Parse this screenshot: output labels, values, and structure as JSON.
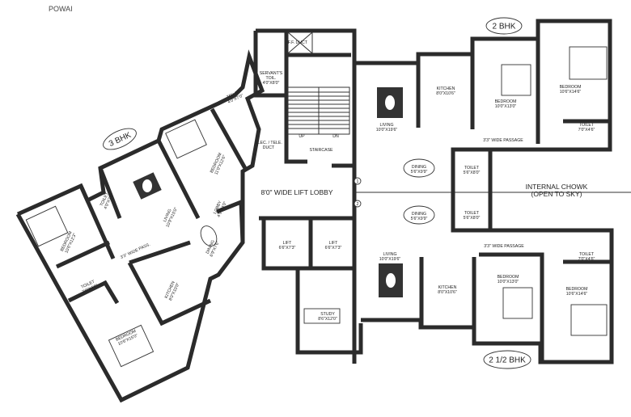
{
  "header": {
    "location": "POWAI"
  },
  "three_bhk": {
    "badge": "3 BHK",
    "rooms": [
      {
        "name": "BEDROOM",
        "size": "10'6\"X12'3\""
      },
      {
        "name": "TOILET",
        "size": "4'0\"X7'0\""
      },
      {
        "name": "LIVING",
        "size": "10'9\"X15'0\""
      },
      {
        "name": "LOBBY",
        "size": "4'9\"X4'0\""
      },
      {
        "name": "BEDROOM",
        "size": "11'0\"X12'6\""
      },
      {
        "name": "TOILET",
        "size": "4'0\"X7'0\""
      },
      {
        "name": "DINING",
        "size": "6'9\"X7'6\""
      },
      {
        "name": "3'3\" WIDE PASS.",
        "size": ""
      },
      {
        "name": "TOILET",
        "size": "7'0\"X4'6\""
      },
      {
        "name": "KITCHEN",
        "size": "8'0\"X10'0\""
      },
      {
        "name": "BEDROOM",
        "size": "10'6\"X15'0\""
      }
    ]
  },
  "core": {
    "ff_duct": "F.F. DUCT",
    "servants_toilet": {
      "name": "SERVANT'S",
      "name2": "TOIL.",
      "size": "4'0\"X8'0\""
    },
    "elec_duct": {
      "name": "ELEC. / TELE.",
      "name2": "DUCT"
    },
    "stair": {
      "label": "STAIRCASE",
      "up": "UP",
      "down": "DN"
    },
    "lobby": "8'0\" WIDE LIFT LOBBY",
    "lift_numbers": [
      "1",
      "2"
    ],
    "lifts": [
      {
        "name": "LIFT",
        "size": "6'6\"X7'3\""
      },
      {
        "name": "LIFT",
        "size": "6'6\"X7'3\""
      }
    ]
  },
  "two_bhk": {
    "badge": "2 BHK",
    "rooms": [
      {
        "name": "LIVING",
        "size": "10'0\"X19'6\""
      },
      {
        "name": "KITCHEN",
        "size": "8'0\"X10'6\""
      },
      {
        "name": "BEDROOM",
        "size": "10'0\"X13'0\""
      },
      {
        "name": "BEDROOM",
        "size": "10'6\"X14'6\""
      },
      {
        "name": "TOILET",
        "size": "7'0\"X4'6\""
      },
      {
        "name": "3'3\" WIDE PASSAGE",
        "size": ""
      },
      {
        "name": "DINING",
        "size": "5'6\"X9'9\""
      },
      {
        "name": "TOILET",
        "size": "5'6\"X8'0\""
      }
    ]
  },
  "chowk": {
    "line1": "INTERNAL CHOWK",
    "line2": "(OPEN TO SKY)"
  },
  "two_half_bhk": {
    "badge": "2 1/2 BHK",
    "rooms": [
      {
        "name": "DINING",
        "size": "5'6\"X9'9\""
      },
      {
        "name": "TOILET",
        "size": "5'6\"X8'0\""
      },
      {
        "name": "LIVING",
        "size": "10'0\"X19'6\""
      },
      {
        "name": "KITCHEN",
        "size": "8'0\"X10'6\""
      },
      {
        "name": "BEDROOM",
        "size": "10'0\"X13'0\""
      },
      {
        "name": "BEDROOM",
        "size": "10'6\"X14'6\""
      },
      {
        "name": "TOILET",
        "size": "7'0\"X4'6\""
      },
      {
        "name": "3'3\" WIDE PASSAGE",
        "size": ""
      },
      {
        "name": "STUDY",
        "size": "8'6\"X12'0\""
      }
    ]
  }
}
